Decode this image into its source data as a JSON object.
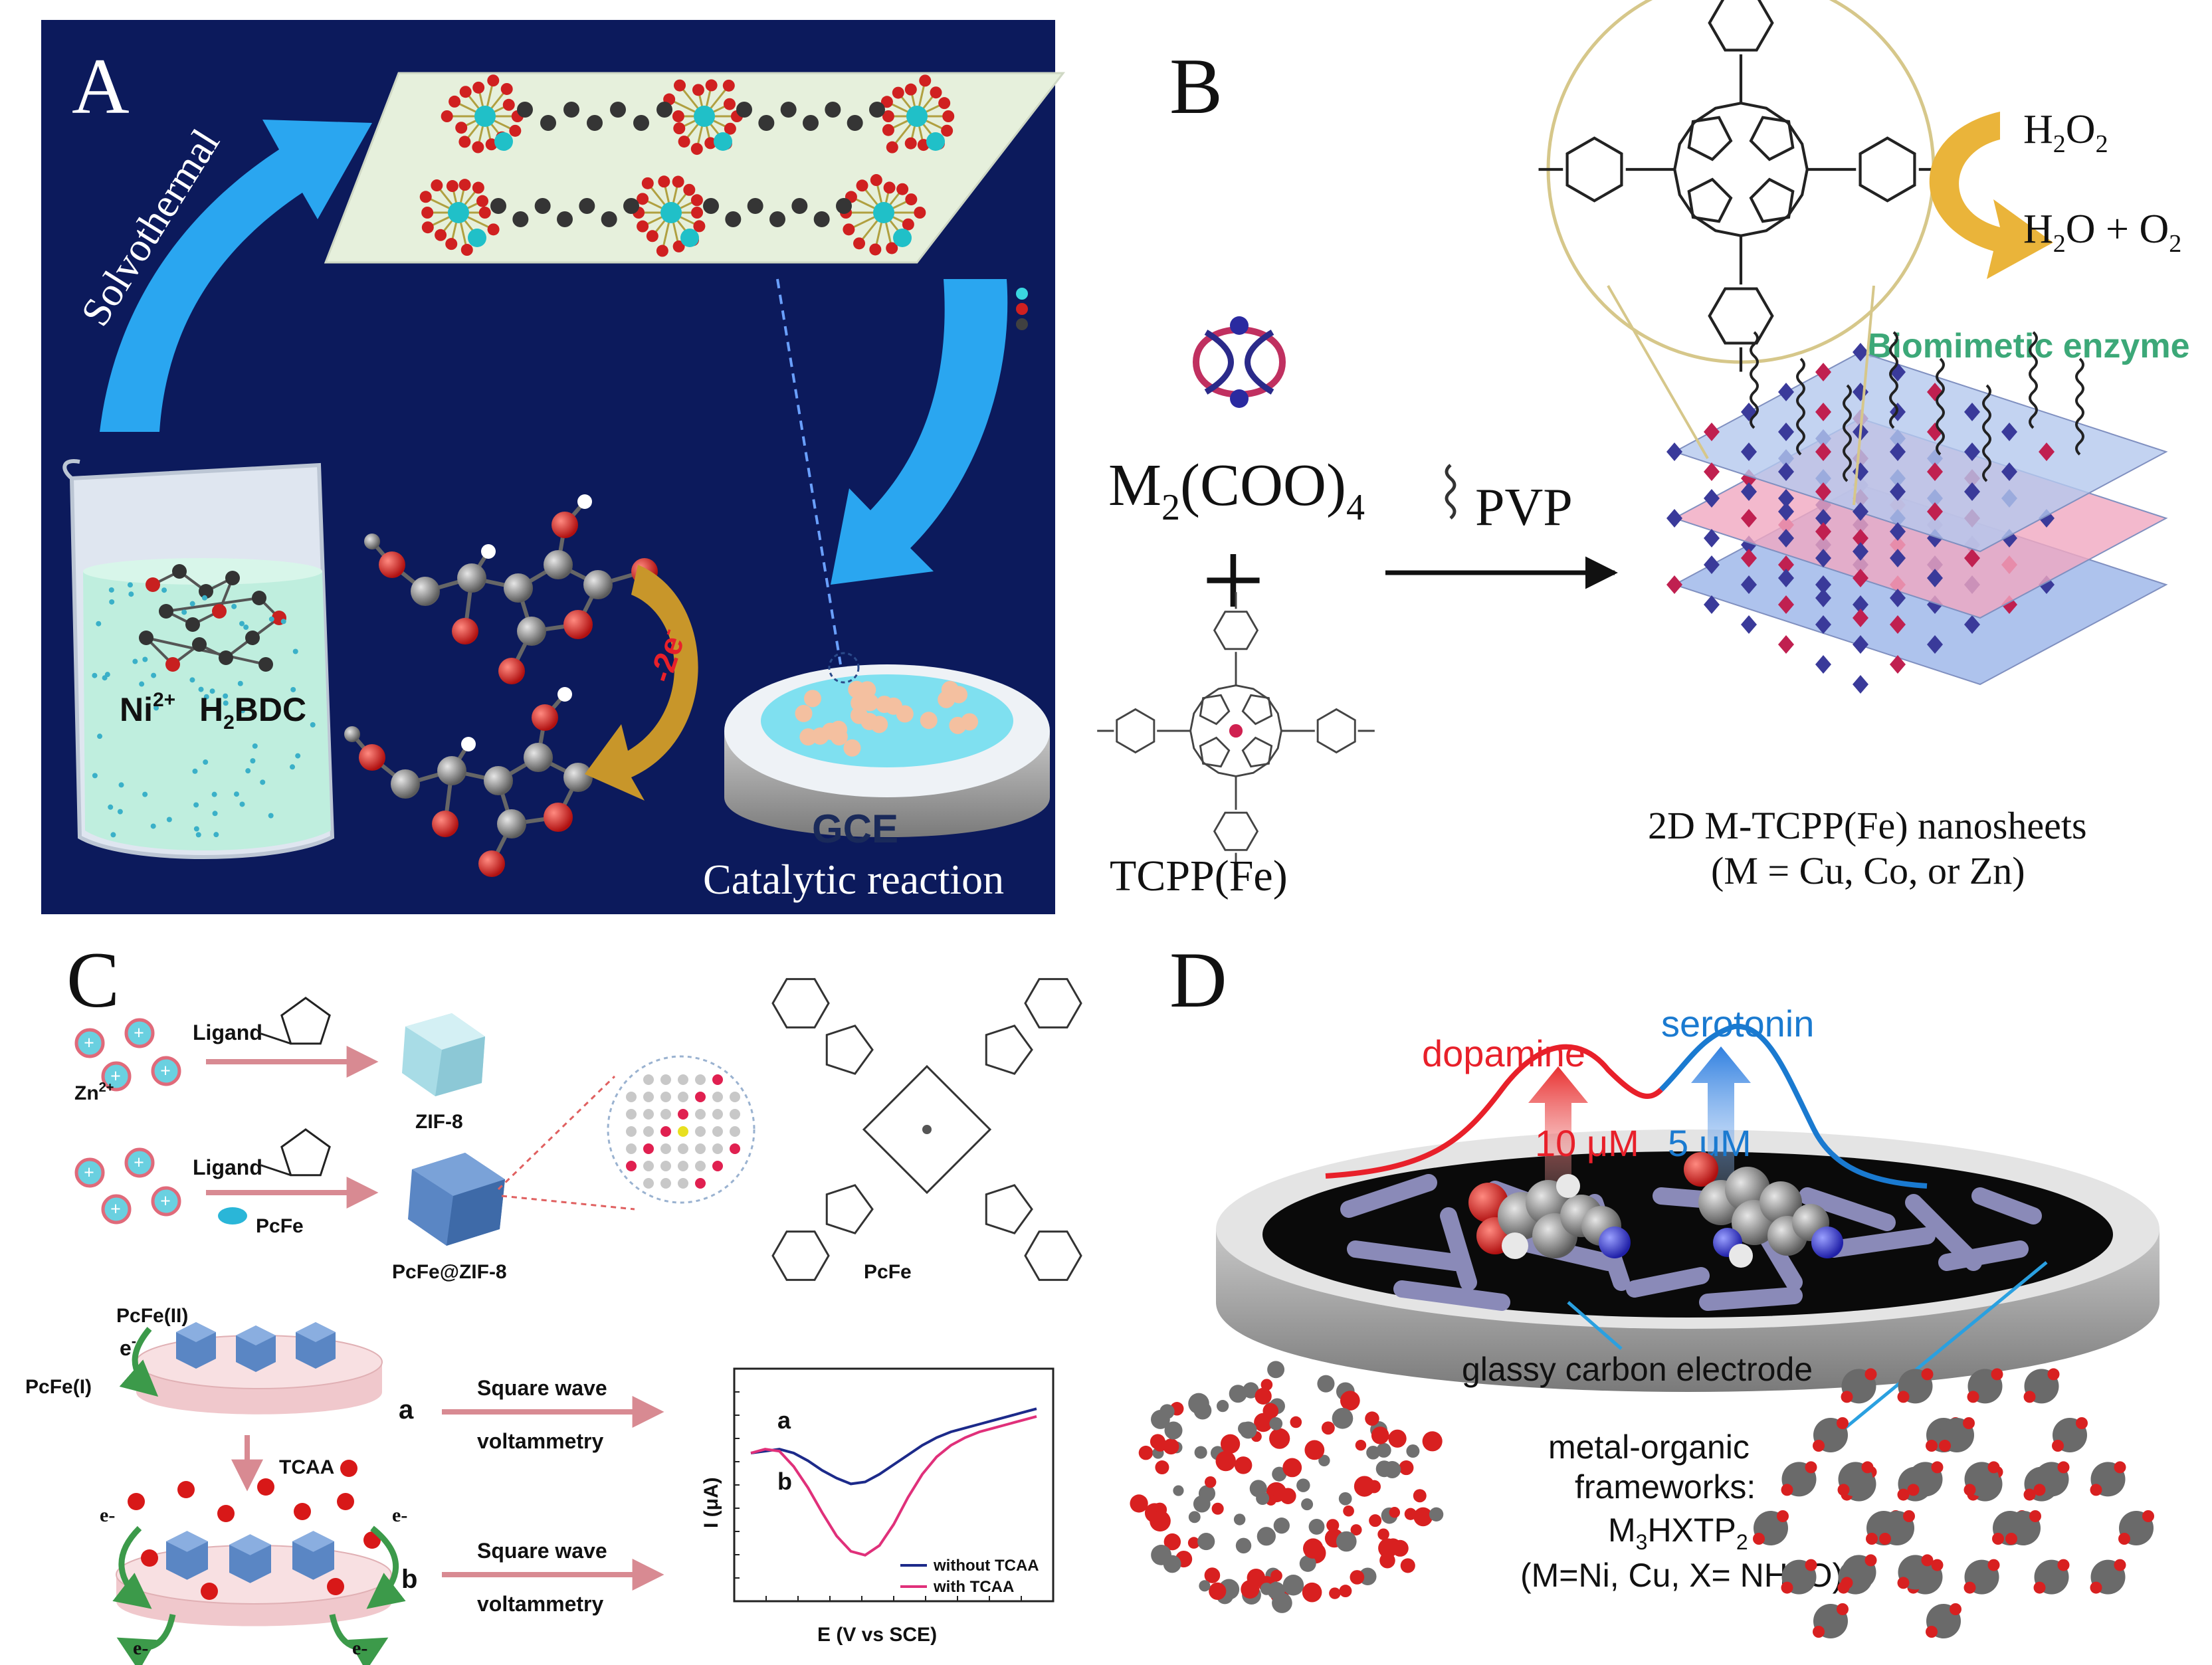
{
  "panel_a": {
    "letter": "A",
    "solvothermal": "Solvothermal",
    "beaker_label_ni": "Ni",
    "beaker_label_ni_sup": "2+",
    "beaker_label_h": "H",
    "beaker_label_h_sub": "2",
    "beaker_label_bdc": "BDC",
    "electron_label": "-2e",
    "electron_sup": "-",
    "gce": "GCE",
    "catalytic": "Catalytic reaction",
    "colors": {
      "background": "#0c1a5c",
      "arrow": "#2aa6f0",
      "gold": "#c8962a"
    }
  },
  "panel_b": {
    "letter": "B",
    "h2o2": {
      "a": "H",
      "b": "2",
      "c": "O",
      "d": "2"
    },
    "products": {
      "a": "H",
      "b": "2",
      "c": "O + O",
      "d": "2"
    },
    "biomimetic": "Biomimetic enzyme",
    "m2coo4": {
      "a": "M",
      "b": "2",
      "c": "(COO)",
      "d": "4"
    },
    "plus": "+",
    "pvp": "PVP",
    "tcpp": "TCPP(Fe)",
    "nanosheets_1": "2D M-TCPP(Fe) nanosheets",
    "nanosheets_2": "(M = Cu, Co, or Zn)"
  },
  "panel_c": {
    "letter": "C",
    "ligand_1": "Ligand",
    "ligand_2": "Ligand",
    "zn": "Zn",
    "zn_sup": "2+",
    "pcfe_small": "PcFe",
    "zif8": "ZIF-8",
    "pcfe_zif8": "PcFe@ZIF-8",
    "pcfe_structure": "PcFe",
    "pcfe_ii": "PcFe(II)",
    "pcfe_i": "PcFe(I)",
    "electron": "e",
    "electron_sup": "-",
    "tcaa": "TCAA",
    "label_a": "a",
    "label_b": "b",
    "square_wave_1": "Square wave",
    "voltammetry_1": "voltammetry",
    "square_wave_2": "Square wave",
    "voltammetry_2": "voltammetry"
  },
  "panel_d": {
    "letter": "D",
    "dopamine": "dopamine",
    "serotonin": "serotonin",
    "dopamine_conc": "10 μM",
    "serotonin_conc": "5 μM",
    "electrode": "glassy carbon electrode",
    "mof_1": "metal-organic",
    "mof_2": "frameworks:",
    "mof_3": {
      "a": "M",
      "b": "3",
      "c": "HXTP",
      "d": "2"
    },
    "mof_4": "(M=Ni, Cu, X= NH, O)",
    "colors": {
      "dopamine": "#e8202a",
      "serotonin": "#1a7ad0",
      "rods": "#8a8ab8"
    }
  },
  "chart_data": {
    "type": "line",
    "xlabel": "E (V vs SCE)",
    "ylabel": "I (μA)",
    "series_labels": [
      "a",
      "b"
    ],
    "series": [
      {
        "name": "without TCAA",
        "color": "#1c2a8a",
        "x": [
          0,
          0.05,
          0.1,
          0.15,
          0.2,
          0.25,
          0.3,
          0.35,
          0.4,
          0.45,
          0.5,
          0.55,
          0.6,
          0.65,
          0.7,
          0.75,
          0.8,
          0.85,
          0.9,
          0.95,
          1
        ],
        "y": [
          0.7,
          0.71,
          0.72,
          0.7,
          0.66,
          0.61,
          0.57,
          0.54,
          0.55,
          0.59,
          0.64,
          0.69,
          0.74,
          0.78,
          0.81,
          0.83,
          0.85,
          0.87,
          0.89,
          0.91,
          0.93
        ]
      },
      {
        "name": "with TCAA",
        "color": "#e0307a",
        "x": [
          0,
          0.05,
          0.1,
          0.15,
          0.2,
          0.25,
          0.3,
          0.35,
          0.4,
          0.45,
          0.5,
          0.55,
          0.6,
          0.65,
          0.7,
          0.75,
          0.8,
          0.85,
          0.9,
          0.95,
          1
        ],
        "y": [
          0.7,
          0.72,
          0.71,
          0.63,
          0.52,
          0.39,
          0.27,
          0.19,
          0.17,
          0.22,
          0.33,
          0.47,
          0.59,
          0.68,
          0.74,
          0.78,
          0.81,
          0.83,
          0.85,
          0.87,
          0.89
        ]
      }
    ],
    "legend": "bottom-right",
    "xlim": [
      0,
      1
    ],
    "ylim": [
      0,
      1
    ],
    "grid": false
  }
}
